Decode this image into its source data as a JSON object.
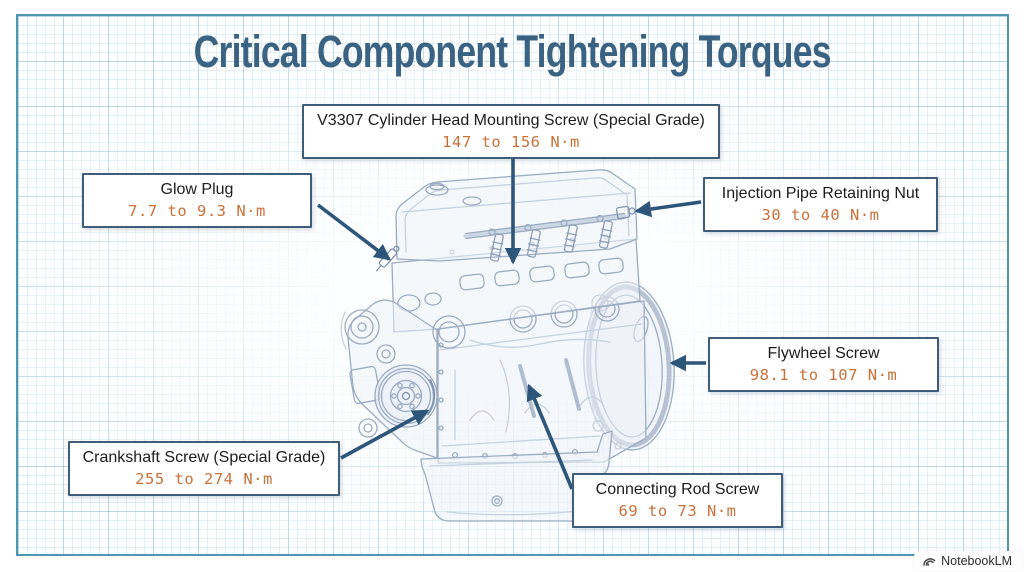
{
  "title": "Critical Component Tightening Torques",
  "callouts": {
    "cylinder_head": {
      "label": "V3307 Cylinder Head Mounting Screw (Special Grade)",
      "value": "147 to 156 N·m"
    },
    "glow_plug": {
      "label": "Glow Plug",
      "value": "7.7 to 9.3 N·m"
    },
    "injection_pipe": {
      "label": "Injection Pipe Retaining Nut",
      "value": "30 to 40 N·m"
    },
    "flywheel": {
      "label": "Flywheel Screw",
      "value": "98.1 to 107 N·m"
    },
    "crankshaft": {
      "label": "Crankshaft Screw (Special Grade)",
      "value": "255 to 274 N·m"
    },
    "connecting_rod": {
      "label": "Connecting Rod Screw",
      "value": "69 to 73 N·m"
    }
  },
  "watermark": {
    "label": "NotebookLM",
    "icon": "notebooklm-logo"
  },
  "illustration": {
    "subject": "transparent line drawing of an inline 4-cylinder diesel engine"
  },
  "colors": {
    "title": "#3a6282",
    "box_border": "#3e5d7b",
    "torque_value": "#c8713a",
    "arrow": "#2d567a",
    "frame": "#4f97b0",
    "engine_line": "#9bacc2"
  }
}
